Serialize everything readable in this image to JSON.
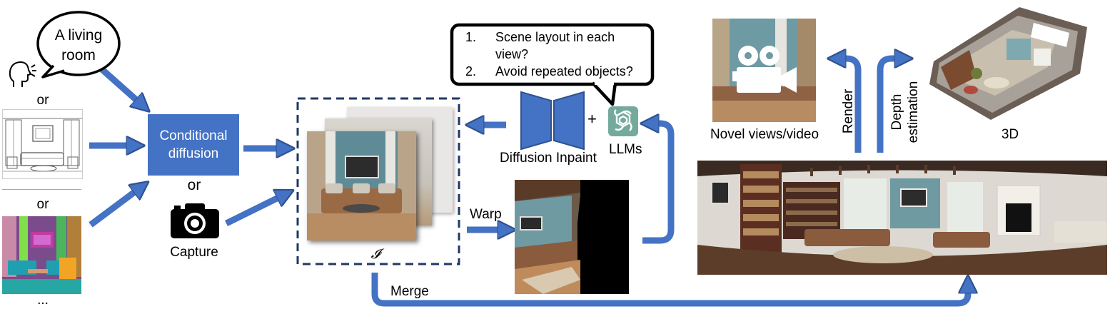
{
  "input_labels": {
    "speech_bubble_line1": "A living",
    "speech_bubble_line2": "room",
    "or_1": "or",
    "or_2": "or",
    "ellipsis": "..."
  },
  "conditional_box": {
    "line1": "Conditional",
    "line2": "diffusion"
  },
  "or_3": "or",
  "capture_label": "Capture",
  "image_set_symbol": "𝓘",
  "warp_label": "Warp",
  "merge_label": "Merge",
  "inpaint": {
    "label": "Diffusion Inpaint",
    "plus": "+",
    "llm_label": "LLMs"
  },
  "llm_questions": [
    {
      "num": "1.",
      "line1": "Scene layout in each",
      "line2": "view?"
    },
    {
      "num": "2.",
      "line1": "Avoid repeated objects?",
      "line2": ""
    }
  ],
  "outputs": {
    "novel_views": "Novel views/video",
    "render": "Render",
    "depth_line1": "Depth",
    "depth_line2": "estimation",
    "three_d": "3D"
  },
  "colors": {
    "arrow_fill": "#4472c4",
    "arrow_stroke": "#2f528f",
    "box_fill": "#4472c4",
    "llm_icon": "#74aa9c"
  },
  "icons": [
    "speaking-head-icon",
    "camera-icon",
    "video-camera-icon",
    "chatgpt-logo-icon",
    "diffusion-hourglass-icon"
  ]
}
